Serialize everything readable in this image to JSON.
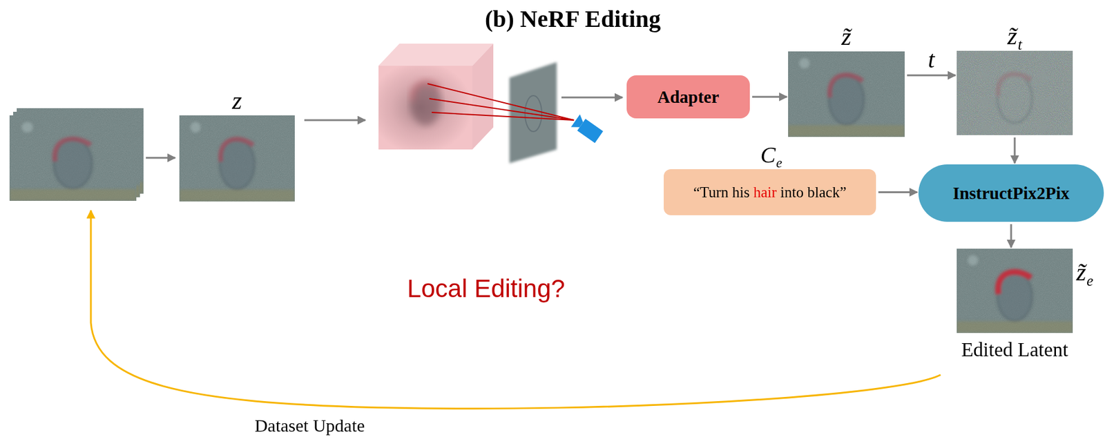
{
  "diagram": {
    "title": "(b) NeRF Editing",
    "nodes": [
      {
        "text": [
          "z"
        ]
      },
      {
        "text": [
          "Adapter"
        ]
      },
      {
        "text": [
          "z̃"
        ]
      },
      {
        "text": [
          "z̃",
          "t"
        ]
      },
      {
        "text": [
          "C",
          "e",
          "“Turn his",
          "hair",
          "into black”"
        ]
      },
      {
        "text": [
          "InstructPix2Pix"
        ]
      },
      {
        "text": [
          "z̃",
          "e",
          "Edited Latent"
        ]
      }
    ],
    "edges": [
      {
        "from": 1,
        "to": 2,
        "arrow": "to"
      },
      {
        "from": 2,
        "to": 3,
        "label": "t",
        "arrow": "to"
      },
      {
        "from": 3,
        "to": 5,
        "arrow": "to"
      },
      {
        "from": 4,
        "to": 5,
        "arrow": "to"
      },
      {
        "from": 5,
        "to": 6,
        "arrow": "to"
      }
    ],
    "labels": [
      "Local Editing?",
      "Dataset Update"
    ]
  }
}
